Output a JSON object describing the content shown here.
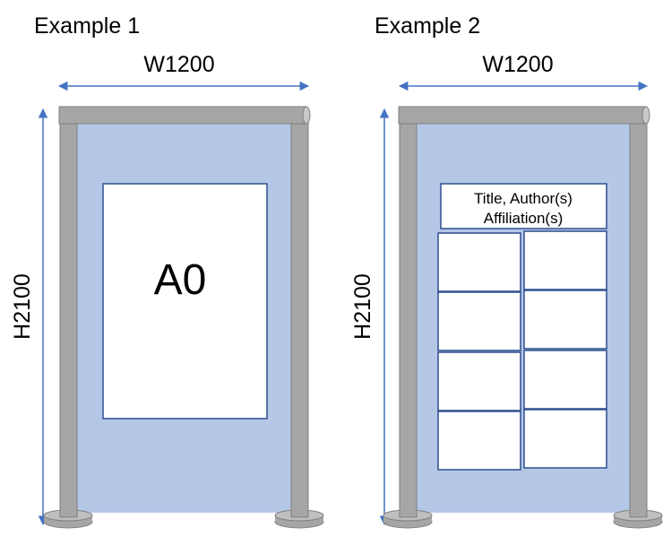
{
  "examples": [
    {
      "title": "Example 1",
      "width_label": "W1200",
      "height_label": "H2100",
      "poster_label": "A0"
    },
    {
      "title": "Example 2",
      "width_label": "W1200",
      "height_label": "H2100",
      "header_line1": "Title, Author(s)",
      "header_line2": "Affiliation(s)",
      "panel_count": 8
    }
  ],
  "colors": {
    "board": "#b4c7e7",
    "frame": "#a6a6a6",
    "frame_stroke": "#7f7f7f",
    "arrow": "#4472c4",
    "poster_stroke": "#2f4f8f"
  }
}
